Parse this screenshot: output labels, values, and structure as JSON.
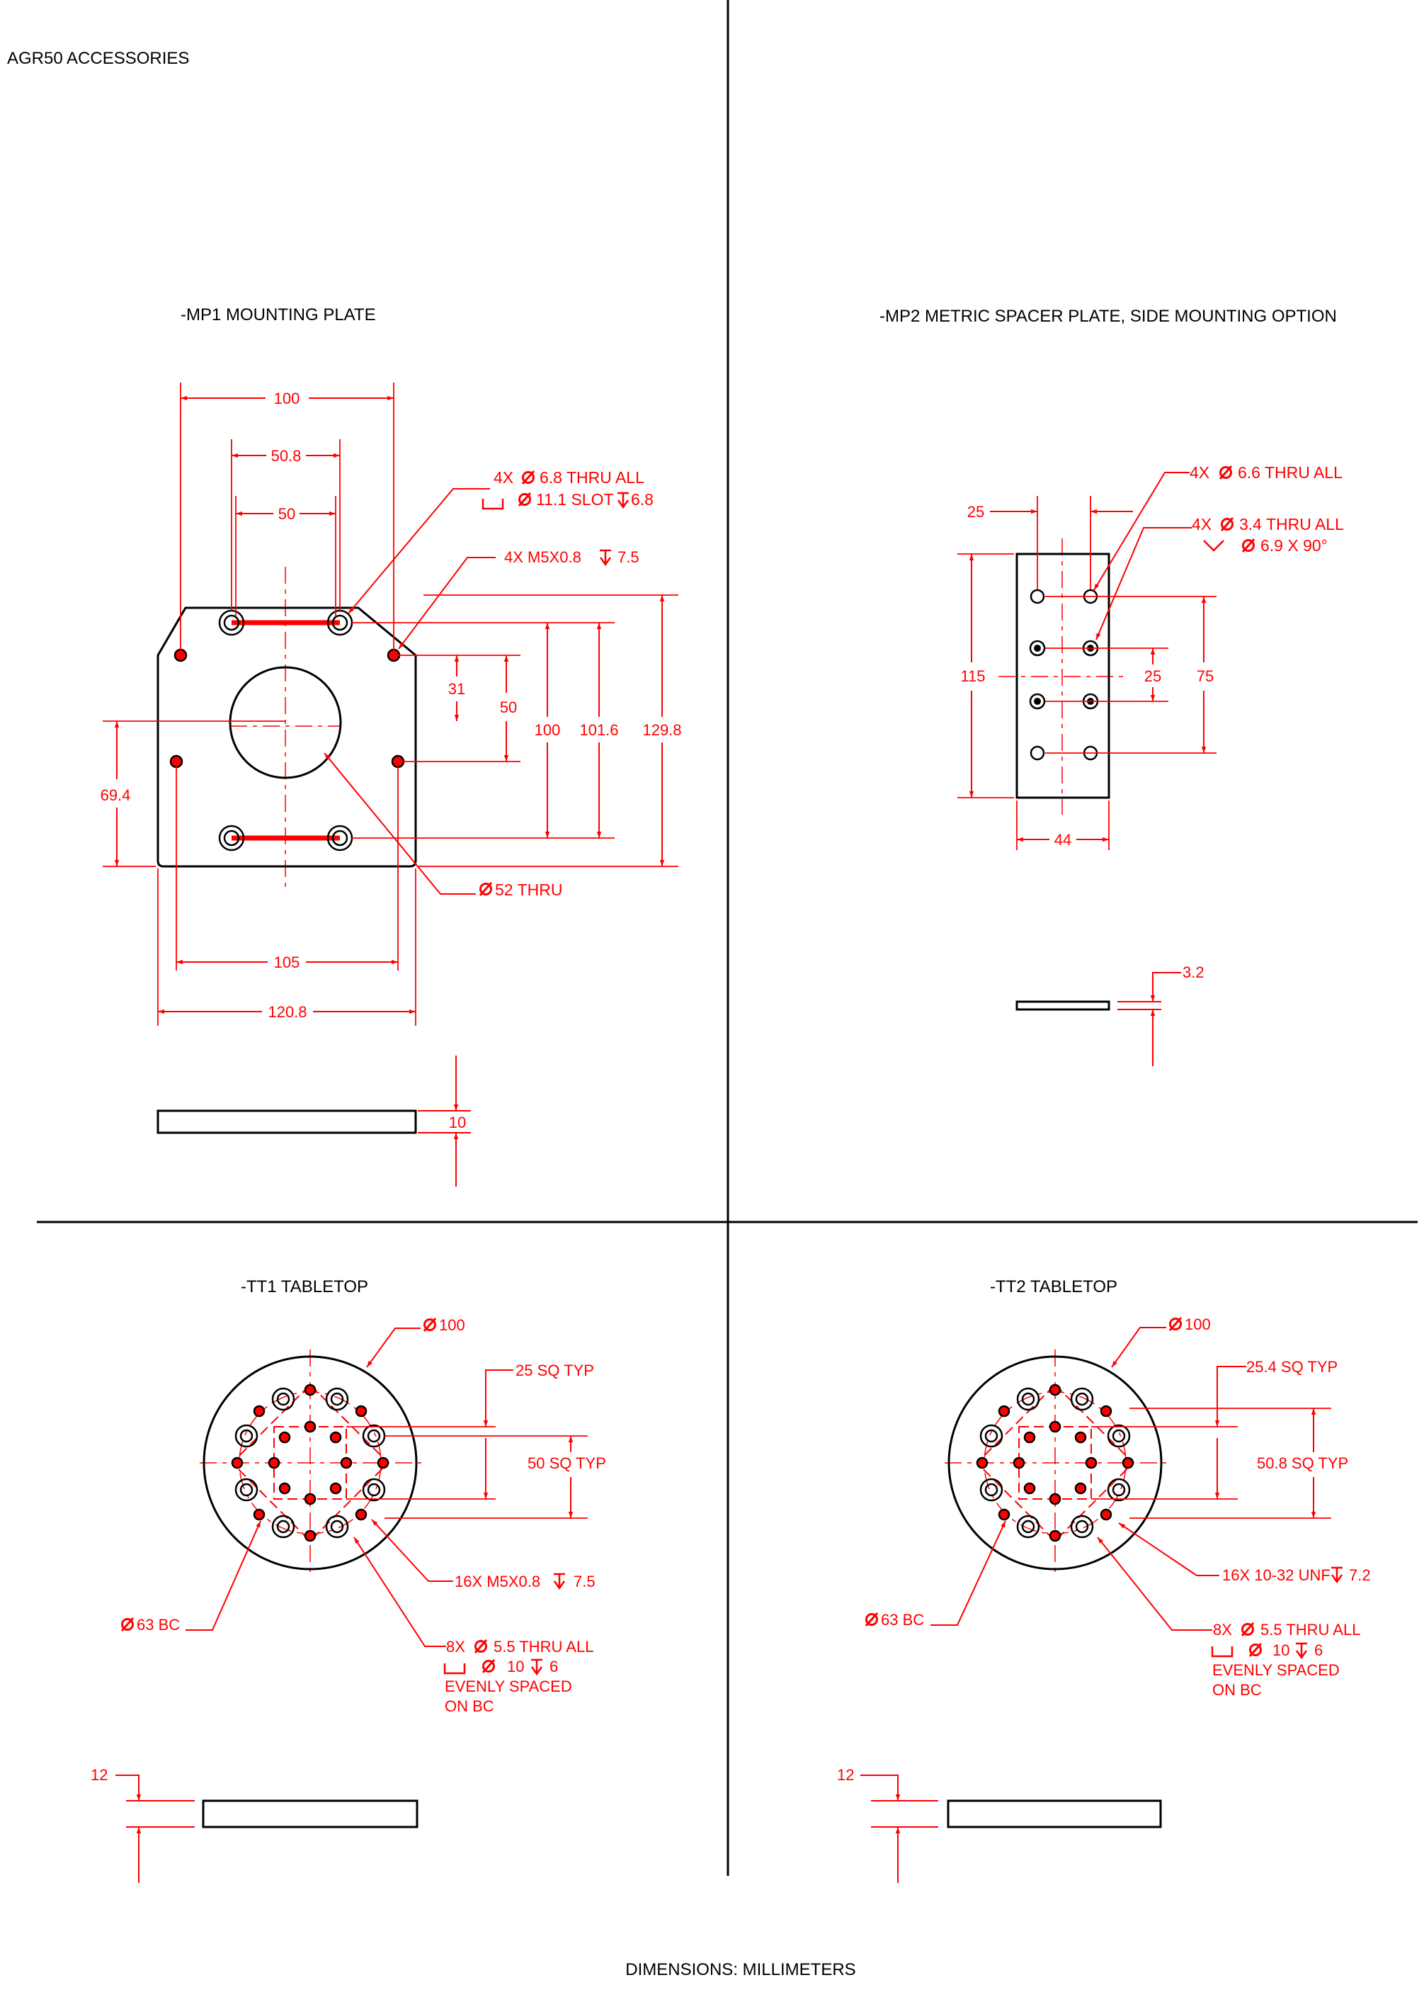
{
  "sheet": {
    "title": "AGR50 ACCESSORIES",
    "footer": "DIMENSIONS:  MILLIMETERS"
  },
  "colors": {
    "drawing": "#000000",
    "dimension": "#ff0000"
  },
  "symbols": [
    "diameter-symbol",
    "depth-symbol",
    "counterbore-symbol",
    "countersink-symbol"
  ],
  "mp1": {
    "title": "-MP1 MOUNTING PLATE",
    "dims": {
      "top_100": "100",
      "d_50_8": "50.8",
      "d_50": "50",
      "v_31": "31",
      "v_50": "50",
      "v_100": "100",
      "v_101_6": "101.6",
      "v_129_8": "129.8",
      "v_69_4": "69.4",
      "h_105": "105",
      "h_120_8": "120.8",
      "thk_10": "10"
    },
    "notes": {
      "holes_1": "4X",
      "holes_1b": "6.8 THRU ALL",
      "holes_2": "11.1 SLOT",
      "holes_2b": "6.8",
      "tap_1": "4X M5X0.8",
      "tap_1b": "7.5",
      "bore_b": "52 THRU"
    }
  },
  "mp2": {
    "title": "-MP2 METRIC SPACER PLATE, SIDE MOUNTING OPTION",
    "dims": {
      "w_25": "25",
      "h_115": "115",
      "h_25": "25",
      "h_75": "75",
      "w_44": "44",
      "thk_3_2": "3.2"
    },
    "notes": {
      "holes_1a": "4X",
      "holes_1b": "6.6 THRU ALL",
      "holes_2a": "4X",
      "holes_2b": "3.4 THRU ALL",
      "holes_3": "6.9 X 90°"
    }
  },
  "tt1": {
    "title": "-TT1 TABLETOP",
    "dims": {
      "dia": "100",
      "sq_25": "25 SQ TYP",
      "sq_50": "50 SQ TYP",
      "bc": "63 BC",
      "thk": "12"
    },
    "notes": {
      "tap_a": "16X M5X0.8",
      "tap_b": "7.5",
      "thru_a": "8X",
      "thru_b": "5.5 THRU ALL",
      "cb": "10",
      "cb_d": "6",
      "even_1": "EVENLY SPACED",
      "even_2": "ON BC"
    }
  },
  "tt2": {
    "title": "-TT2 TABLETOP",
    "dims": {
      "dia": "100",
      "sq_25": "25.4 SQ TYP",
      "sq_50": "50.8 SQ TYP",
      "bc": "63 BC",
      "thk": "12"
    },
    "notes": {
      "tap_a": "16X 10-32 UNF",
      "tap_b": "7.2",
      "thru_a": "8X",
      "thru_b": "5.5 THRU ALL",
      "cb": "10",
      "cb_d": "6",
      "even_1": "EVENLY SPACED",
      "even_2": "ON BC"
    }
  }
}
